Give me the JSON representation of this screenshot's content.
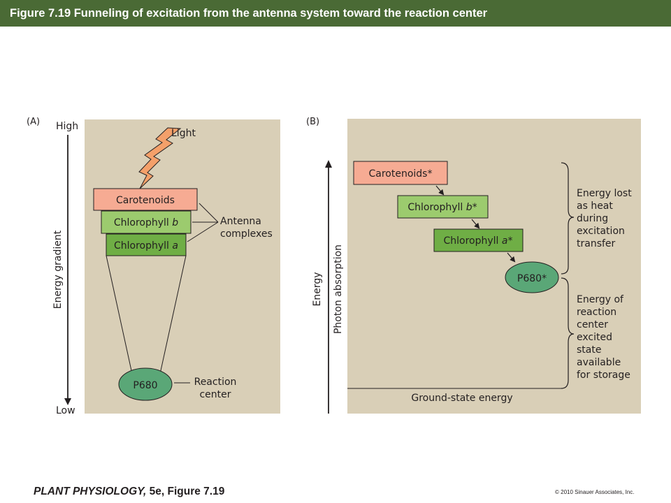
{
  "header": {
    "title": "Figure 7.19  Funneling of excitation from the antenna system toward the reaction center"
  },
  "panel_a": {
    "label": "(A)",
    "high": "High",
    "low": "Low",
    "axis_label": "Energy gradient",
    "light": "Light",
    "carotenoids": "Carotenoids",
    "chl_b_prefix": "Chlorophyll ",
    "chl_b_letter": "b",
    "chl_a_prefix": "Chlorophyll ",
    "chl_a_letter": "a",
    "antenna_line1": "Antenna",
    "antenna_line2": "complexes",
    "p680": "P680",
    "rc_line1": "Reaction",
    "rc_line2": "center"
  },
  "panel_b": {
    "label": "(B)",
    "energy": "Energy",
    "photon_absorption": "Photon absorption",
    "carotenoids": "Carotenoids*",
    "chl_b_prefix": "Chlorophyll ",
    "chl_b_letter": "b",
    "chl_b_suffix": "*",
    "chl_a_prefix": "Chlorophyll ",
    "chl_a_letter": "a",
    "chl_a_suffix": "*",
    "p680": "P680*",
    "heat_lines": [
      "Energy lost",
      "as heat",
      "during",
      "excitation",
      "transfer"
    ],
    "storage_lines": [
      "Energy of",
      "reaction",
      "center",
      "excited",
      "state",
      "available",
      "for storage"
    ],
    "ground_state": "Ground-state energy"
  },
  "footer": {
    "book_title": "PLANT PHYSIOLOGY,",
    "edition": " 5e, Figure 7.19",
    "copyright": "© 2010 Sinauer Associates, Inc."
  },
  "colors": {
    "header_bg": "#4a6a35",
    "panel_bg": "#d9cfb7",
    "carotenoids": "#f6ab93",
    "chlorophyll_b": "#9ccb6e",
    "chlorophyll_a": "#6fae45",
    "p680": "#5aa777",
    "light_bolt": "#f4a06a"
  }
}
